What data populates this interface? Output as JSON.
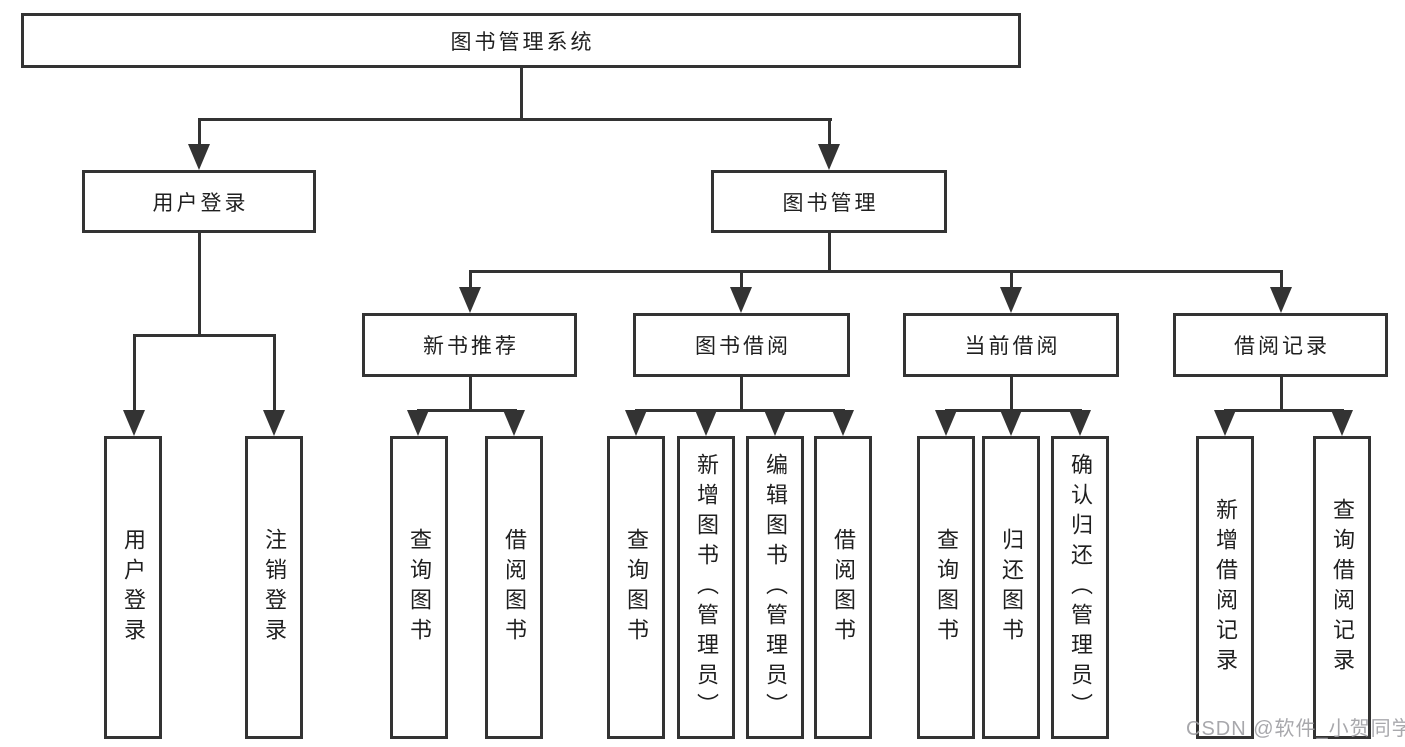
{
  "diagram": {
    "root": {
      "label": "图书管理系统"
    },
    "level2": [
      {
        "id": "user-login",
        "label": "用户登录",
        "parent": "图书管理系统"
      },
      {
        "id": "book-management",
        "label": "图书管理",
        "parent": "图书管理系统"
      }
    ],
    "level3": [
      {
        "id": "new-book-recommendation",
        "label": "新书推荐",
        "parent": "图书管理"
      },
      {
        "id": "book-borrowing",
        "label": "图书借阅",
        "parent": "图书管理"
      },
      {
        "id": "current-borrowing",
        "label": "当前借阅",
        "parent": "图书管理"
      },
      {
        "id": "borrowing-records",
        "label": "借阅记录",
        "parent": "图书管理"
      }
    ],
    "leaves": [
      {
        "label": "用户登录",
        "parent": "用户登录"
      },
      {
        "label": "注销登录",
        "parent": "用户登录"
      },
      {
        "label": "查询图书",
        "parent": "新书推荐"
      },
      {
        "label": "借阅图书",
        "parent": "新书推荐"
      },
      {
        "label": "查询图书",
        "parent": "图书借阅"
      },
      {
        "label": "新增图书（管理员）",
        "parent": "图书借阅"
      },
      {
        "label": "编辑图书（管理员）",
        "parent": "图书借阅"
      },
      {
        "label": "借阅图书",
        "parent": "图书借阅"
      },
      {
        "label": "查询图书",
        "parent": "当前借阅"
      },
      {
        "label": "归还图书",
        "parent": "当前借阅"
      },
      {
        "label": "确认归还（管理员）",
        "parent": "当前借阅"
      },
      {
        "label": "新增借阅记录",
        "parent": "借阅记录"
      },
      {
        "label": "查询借阅记录",
        "parent": "借阅记录"
      }
    ]
  },
  "watermark": {
    "text": "CSDN @软件_小贺同学"
  },
  "colors": {
    "line": "#333333",
    "text": "#1f1f1f",
    "background": "#ffffff",
    "watermark": "#9e9ea3"
  }
}
